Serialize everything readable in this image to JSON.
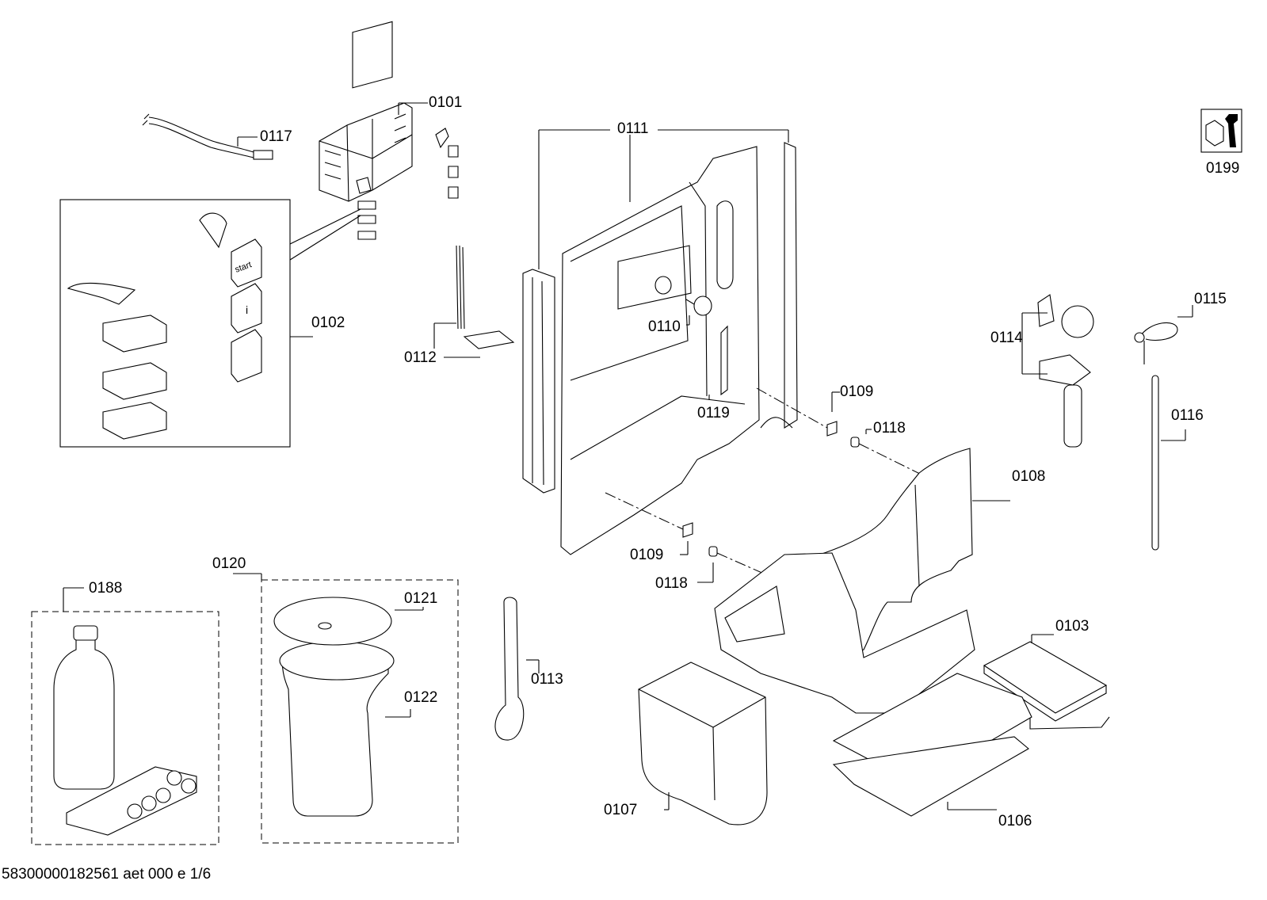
{
  "diagram_code": "58300000182561 aet 000 e 1/6",
  "labels": {
    "p0101": "0101",
    "p0102": "0102",
    "p0103": "0103",
    "p0106": "0106",
    "p0107": "0107",
    "p0108": "0108",
    "p0109a": "0109",
    "p0109b": "0109",
    "p0110": "0110",
    "p0111": "0111",
    "p0112": "0112",
    "p0113": "0113",
    "p0114": "0114",
    "p0115": "0115",
    "p0116": "0116",
    "p0117": "0117",
    "p0118a": "0118",
    "p0118b": "0118",
    "p0119": "0119",
    "p0120": "0120",
    "p0121": "0121",
    "p0122": "0122",
    "p0188": "0188",
    "p0199": "0199"
  },
  "button_texts": {
    "start": "start",
    "info": "i"
  }
}
